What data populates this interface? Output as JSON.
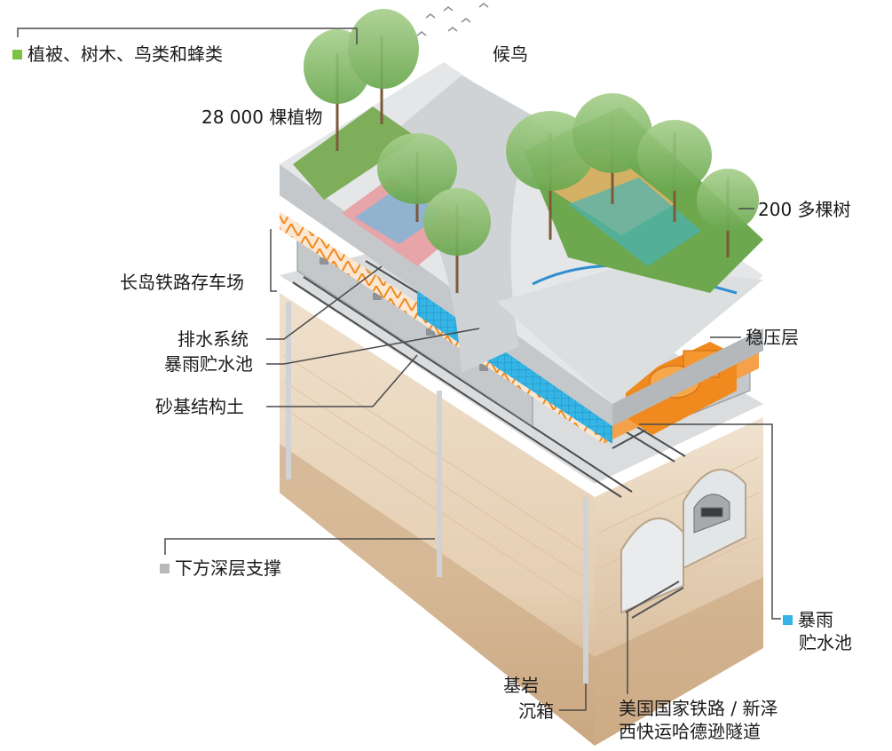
{
  "colors": {
    "green_marker": "#7cc243",
    "gray_marker": "#b9babc",
    "blue_marker": "#36b3e6",
    "orange": "#f08a1e",
    "water": "#35b5e5",
    "soil": "#e9d6bf",
    "bedrock": "#d5b999",
    "deck": "#dadcdd",
    "walkway": "#c9ccce",
    "grass": "#6aa84f"
  },
  "labels": {
    "vegetation": "植被、树木、鸟类和蜂类",
    "birds": "候鸟",
    "plants": "28 000 棵植物",
    "trees": "200 多棵树",
    "rail_yard": "长岛铁路存车场",
    "drainage": "排水系统",
    "storm_tank": "暴雨贮水池",
    "sand_soil": "砂基结构土",
    "ballast": "稳压层",
    "deep_support": "下方深层支撑",
    "storm_tank_lower_1": "暴雨",
    "storm_tank_lower_2": "贮水池",
    "bedrock": "基岩",
    "caisson": "沉箱",
    "tunnel_1": "美国国家铁路 / 新泽",
    "tunnel_2": "西快运哈德逊隧道"
  }
}
